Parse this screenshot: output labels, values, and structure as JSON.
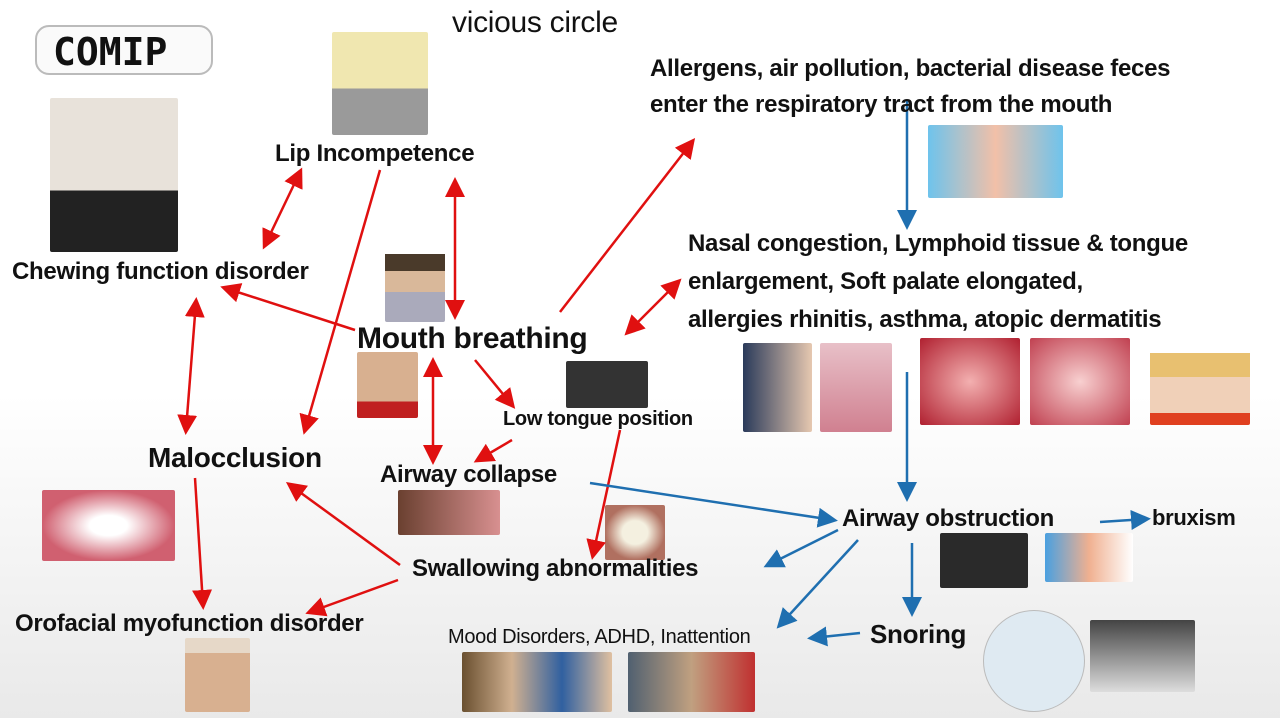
{
  "title": "vicious circle",
  "logo": "COMIP",
  "nodes": {
    "allergens_line1": "Allergens, air pollution, bacterial disease feces",
    "allergens_line2": "enter the respiratory tract from the mouth",
    "lip_incompetence": "Lip Incompetence",
    "chewing": "Chewing function disorder",
    "nasal_line1": "Nasal congestion, Lymphoid tissue & tongue",
    "nasal_line2": "enlargement, Soft palate elongated,",
    "nasal_line3": "allergies rhinitis, asthma, atopic dermatitis",
    "mouth_breathing": "Mouth breathing",
    "low_tongue": "Low tongue position",
    "malocclusion": "Malocclusion",
    "airway_collapse": "Airway collapse",
    "airway_obstruction": "Airway obstruction",
    "bruxism": "bruxism",
    "swallowing": "Swallowing abnormalities",
    "orofacial": "Orofacial myofunction disorder",
    "mood": "Mood Disorders, ADHD, Inattention",
    "snoring": "Snoring"
  },
  "colors": {
    "red_arrow": "#e01010",
    "blue_arrow": "#1f6fb0"
  }
}
